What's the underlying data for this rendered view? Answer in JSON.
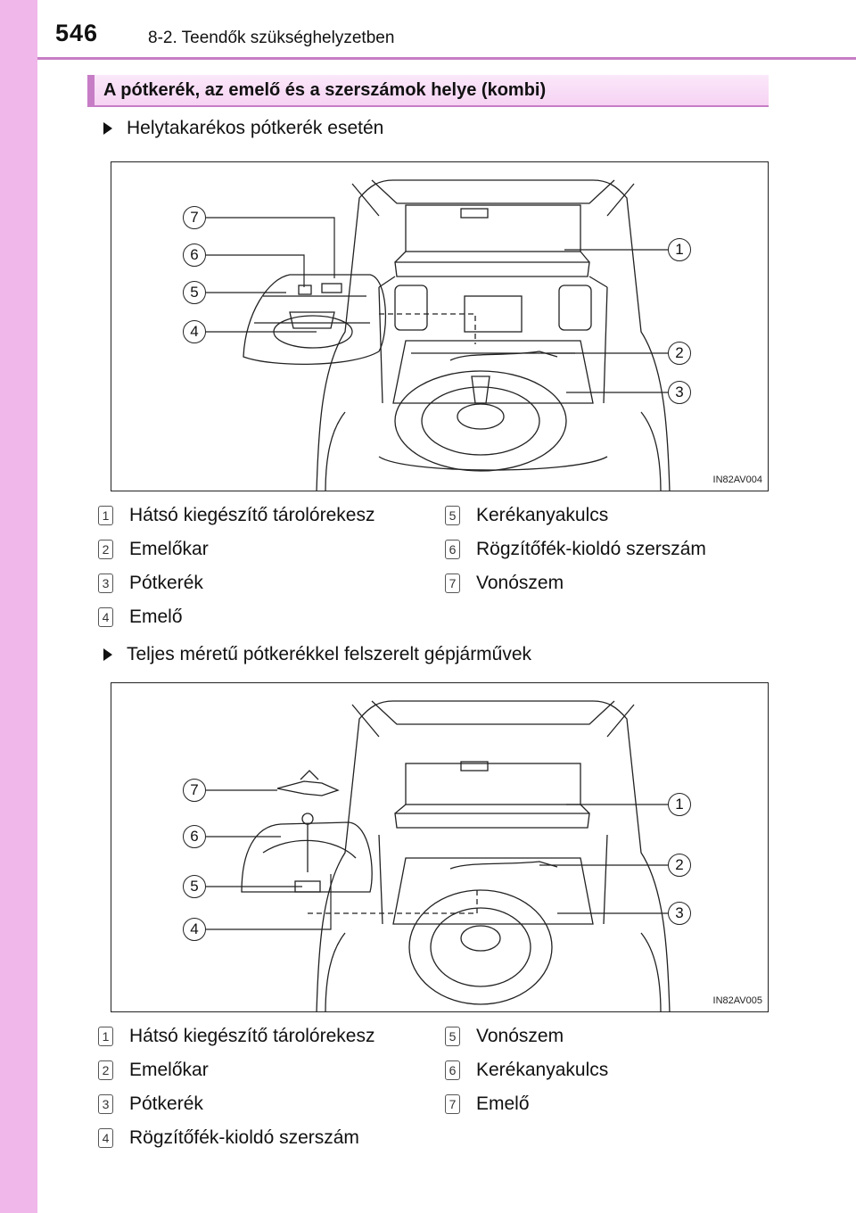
{
  "header": {
    "page_number": "546",
    "section": "8-2. Teendők szükséghelyzetben"
  },
  "title_bar": "A pótkerék, az emelő és a szerszámok helye (kombi)",
  "sections": [
    {
      "subheading": "Helytakarékos pótkerék esetén",
      "figure_code": "IN82AV004",
      "callouts": [
        "1",
        "2",
        "3",
        "4",
        "5",
        "6",
        "7"
      ],
      "legend": [
        {
          "num": "1",
          "label": "Hátsó kiegészítő tárolórekesz"
        },
        {
          "num": "2",
          "label": "Emelőkar"
        },
        {
          "num": "3",
          "label": "Pótkerék"
        },
        {
          "num": "4",
          "label": "Emelő"
        },
        {
          "num": "5",
          "label": "Kerékanyakulcs"
        },
        {
          "num": "6",
          "label": "Rögzítőfék-kioldó szerszám"
        },
        {
          "num": "7",
          "label": "Vonószem"
        }
      ]
    },
    {
      "subheading": "Teljes méretű pótkerékkel felszerelt gépjárművek",
      "figure_code": "IN82AV005",
      "callouts": [
        "1",
        "2",
        "3",
        "4",
        "5",
        "6",
        "7"
      ],
      "legend": [
        {
          "num": "1",
          "label": "Hátsó kiegészítő tárolórekesz"
        },
        {
          "num": "2",
          "label": "Emelőkar"
        },
        {
          "num": "3",
          "label": "Pótkerék"
        },
        {
          "num": "4",
          "label": "Rögzítőfék-kioldó szerszám"
        },
        {
          "num": "5",
          "label": "Vonószem"
        },
        {
          "num": "6",
          "label": "Kerékanyakulcs"
        },
        {
          "num": "7",
          "label": "Emelő"
        }
      ]
    }
  ],
  "colors": {
    "accent": "#c77dc6",
    "side_strip": "#efb7ea",
    "title_bar": "#f6d3f3"
  }
}
